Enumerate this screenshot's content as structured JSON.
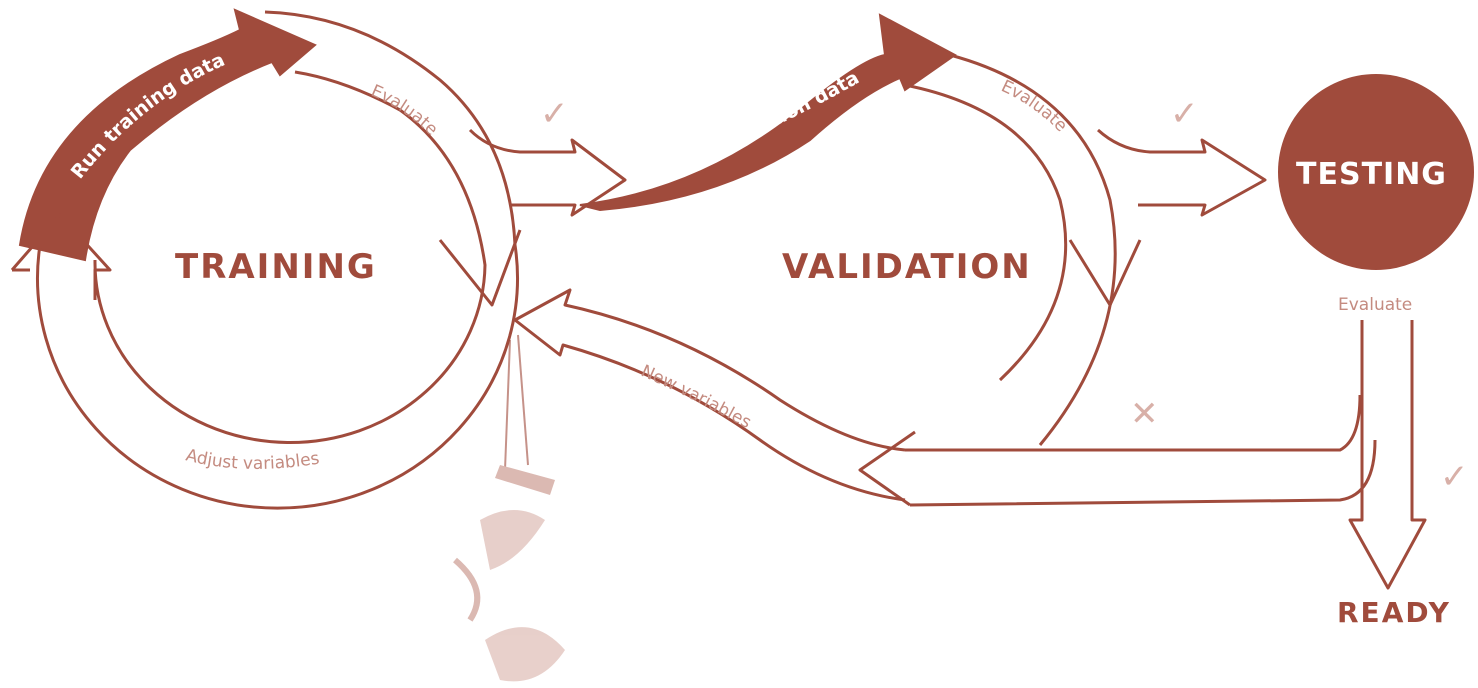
{
  "colors": {
    "accent": "#a04b3c",
    "light_text": "#c48b80",
    "mark": "#d8b0a8"
  },
  "stages": {
    "training": "TRAINING",
    "validation": "VALIDATION",
    "testing": "TESTING",
    "ready": "READY"
  },
  "arrows": {
    "run_training": "Run training data",
    "run_validation": "Run validation data",
    "evaluate_training": "Evaluate",
    "evaluate_validation": "Evaluate",
    "evaluate_testing": "Evaluate",
    "adjust_variables": "Adjust variables",
    "new_variables": "New variables"
  },
  "marks": {
    "pass_1": "✓",
    "pass_2": "✓",
    "pass_3": "✓",
    "fail": "✕"
  }
}
